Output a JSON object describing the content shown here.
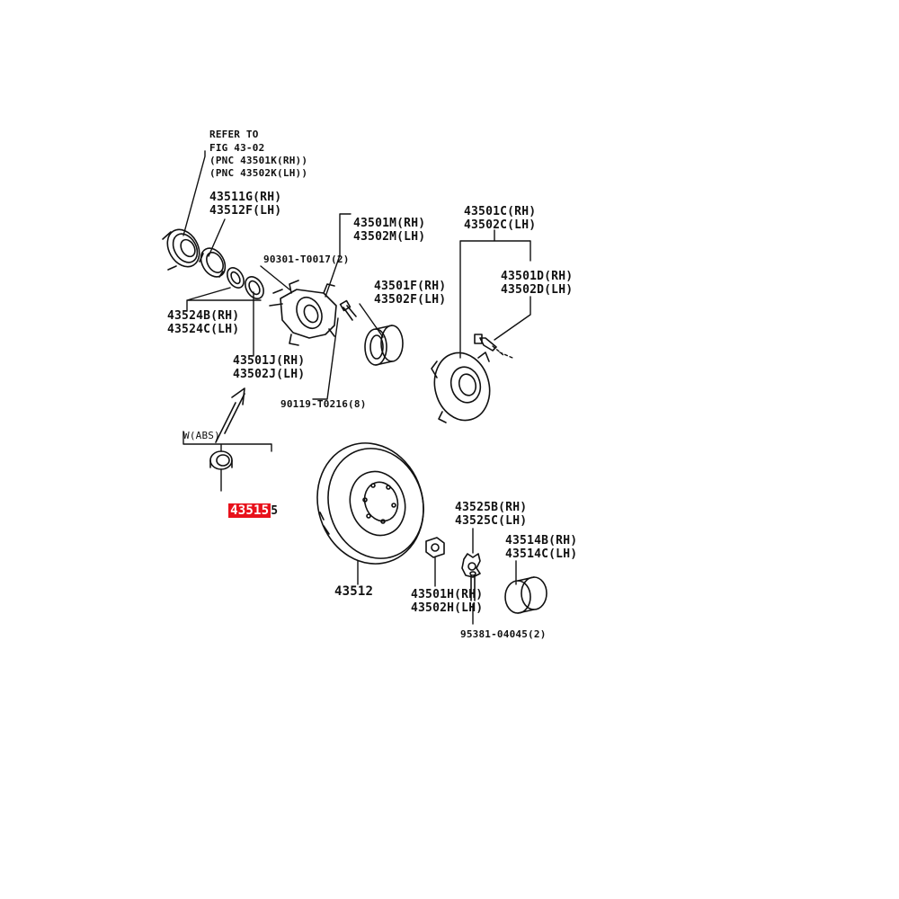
{
  "diagram": {
    "highlight_color": "#e8111b",
    "labels": {
      "refer_to": "REFER TO",
      "fig": "FIG 43-02",
      "pnc_rh": "(PNC 43501K(RH))",
      "pnc_lh": "(PNC 43502K(LH))",
      "p43511g": "43511G(RH)",
      "p43512f": "43512F(LH)",
      "p43501m": "43501M(RH)",
      "p43502m": "43502M(LH)",
      "p43501c": "43501C(RH)",
      "p43502c": "43502C(LH)",
      "p90301": "90301-T0017(2)",
      "p43501f": "43501F(RH)",
      "p43502f": "43502F(LH)",
      "p43501d": "43501D(RH)",
      "p43502d": "43502D(LH)",
      "p43524b": "43524B(RH)",
      "p43524c": "43524C(LH)",
      "p43501j": "43501J(RH)",
      "p43502j": "43502J(LH)",
      "p90119": "90119-T0216(8)",
      "w_abs": "W(ABS)",
      "p43515": "43515",
      "p43515_tail": "5",
      "p43525b": "43525B(RH)",
      "p43525c": "43525C(LH)",
      "p43514b": "43514B(RH)",
      "p43514c": "43514C(LH)",
      "p43512": "43512",
      "p43501h": "43501H(RH)",
      "p43502h": "43502H(LH)",
      "p95381": "95381-04045(2)"
    }
  }
}
